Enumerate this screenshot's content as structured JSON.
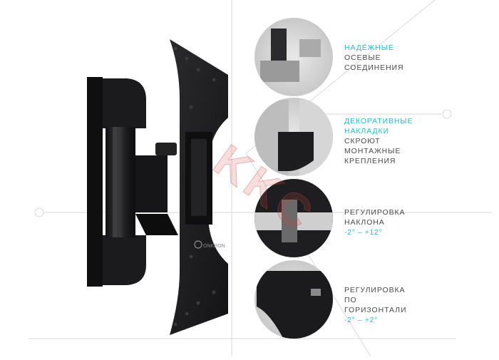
{
  "features": [
    {
      "lines": [
        "НАДЁЖНЫЕ",
        "ОСЕВЫЕ",
        "СОЕДИНЕНИЯ"
      ],
      "accent_lines": 1
    },
    {
      "lines": [
        "ДЕКОРАТИВНЫЕ",
        "НАКЛАДКИ",
        "СКРОЮТ",
        "МОНТАЖНЫЕ",
        "КРЕПЛЕНИЯ"
      ],
      "accent_lines": 2
    },
    {
      "lines": [
        "РЕГУЛИРОВКА",
        "НАКЛОНА"
      ],
      "range": "-2° – +12°"
    },
    {
      "lines": [
        "РЕГУЛИРОВКА",
        "ПО",
        "ГОРИЗОНТАЛИ"
      ],
      "range": "-2° – +2°"
    }
  ],
  "brand": "ONKRON",
  "watermark": "KKC",
  "colors": {
    "accent": "#2fb7c6",
    "text": "#4a4a4a",
    "product": "#1c1c1e"
  }
}
